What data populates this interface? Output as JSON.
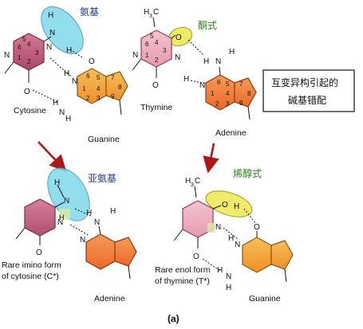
{
  "top_left": {
    "annotation": "氨基",
    "base1": "Cytosine",
    "base2": "Guanine"
  },
  "top_right": {
    "annotation": "酮式",
    "base1": "Thymine",
    "base2": "Adenine"
  },
  "bottom_left": {
    "annotation": "亚氨基",
    "base1_line1": "Rare imino form",
    "base1_line2": "of cytosine (C*)",
    "base2": "Adenine"
  },
  "bottom_right": {
    "annotation": "烯醇式",
    "base1_line1": "Rare enol form",
    "base1_line2": "of thymine (T*)",
    "base2": "Guanine"
  },
  "note_box": {
    "line1": "互变异构引起的",
    "line2": "碱基错配"
  },
  "caption": "(a)",
  "colors": {
    "cytosine": "#c0587a",
    "thymine": "#e8a6b8",
    "guanine": "#f2a03a",
    "adenine": "#f07a3a",
    "amino_highlight": "#7fd9ec",
    "keto_highlight": "#f0ec6a",
    "arrow": "#b01818",
    "annotation_blue": "#1f3a8a",
    "annotation_green": "#2e7d1f"
  }
}
